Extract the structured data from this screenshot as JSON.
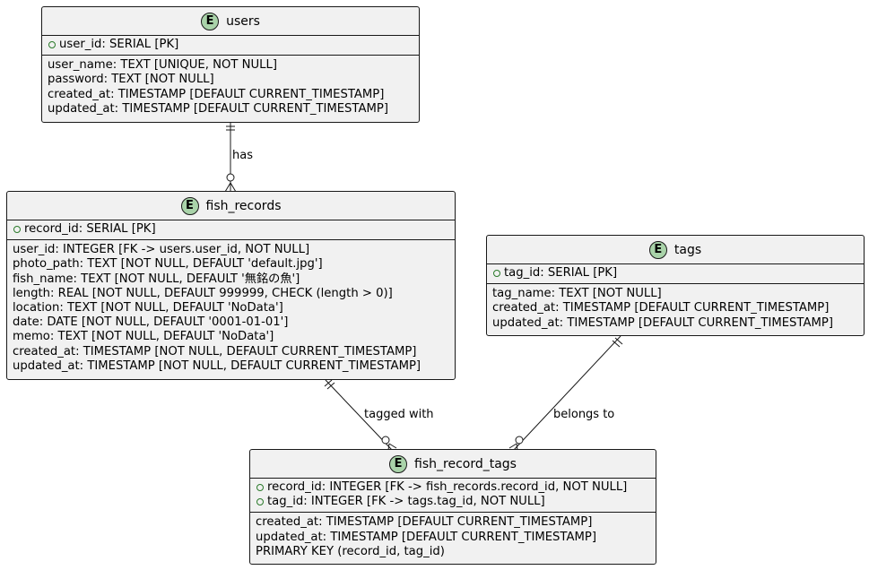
{
  "entities": {
    "users": {
      "badge": "E",
      "name": "users",
      "keys": [
        "user_id: SERIAL [PK]"
      ],
      "attributes": [
        "user_name: TEXT [UNIQUE, NOT NULL]",
        "password: TEXT [NOT NULL]",
        "created_at: TIMESTAMP [DEFAULT CURRENT_TIMESTAMP]",
        "updated_at: TIMESTAMP [DEFAULT CURRENT_TIMESTAMP]"
      ]
    },
    "fish_records": {
      "badge": "E",
      "name": "fish_records",
      "keys": [
        "record_id: SERIAL [PK]"
      ],
      "attributes": [
        "user_id: INTEGER [FK -> users.user_id, NOT NULL]",
        "photo_path: TEXT [NOT NULL, DEFAULT 'default.jpg']",
        "fish_name: TEXT [NOT NULL, DEFAULT '無銘の魚']",
        "length: REAL [NOT NULL, DEFAULT 999999, CHECK (length > 0)]",
        "location: TEXT [NOT NULL, DEFAULT 'NoData']",
        "date: DATE [NOT NULL, DEFAULT '0001-01-01']",
        "memo: TEXT [NOT NULL, DEFAULT 'NoData']",
        "created_at: TIMESTAMP [NOT NULL, DEFAULT CURRENT_TIMESTAMP]",
        "updated_at: TIMESTAMP [NOT NULL, DEFAULT CURRENT_TIMESTAMP]"
      ]
    },
    "tags": {
      "badge": "E",
      "name": "tags",
      "keys": [
        "tag_id: SERIAL [PK]"
      ],
      "attributes": [
        "tag_name: TEXT [NOT NULL]",
        "created_at: TIMESTAMP [DEFAULT CURRENT_TIMESTAMP]",
        "updated_at: TIMESTAMP [DEFAULT CURRENT_TIMESTAMP]"
      ]
    },
    "fish_record_tags": {
      "badge": "E",
      "name": "fish_record_tags",
      "keys": [
        "record_id: INTEGER [FK -> fish_records.record_id, NOT NULL]",
        "tag_id: INTEGER [FK -> tags.tag_id, NOT NULL]"
      ],
      "attributes": [
        "created_at: TIMESTAMP [DEFAULT CURRENT_TIMESTAMP]",
        "updated_at: TIMESTAMP [DEFAULT CURRENT_TIMESTAMP]",
        "PRIMARY KEY (record_id, tag_id)"
      ]
    }
  },
  "relationships": [
    {
      "from": "users",
      "to": "fish_records",
      "label": "has",
      "from_cardinality": "exactly-one",
      "to_cardinality": "zero-or-many"
    },
    {
      "from": "fish_records",
      "to": "fish_record_tags",
      "label": "tagged with",
      "from_cardinality": "exactly-one",
      "to_cardinality": "zero-or-many"
    },
    {
      "from": "tags",
      "to": "fish_record_tags",
      "label": "belongs to",
      "from_cardinality": "exactly-one",
      "to_cardinality": "zero-or-many"
    }
  ],
  "colors": {
    "entity_fill": "#f1f1f1",
    "border": "#181818",
    "badge_fill": "#a9d3a9",
    "pk_marker": "#2a7a2a"
  }
}
